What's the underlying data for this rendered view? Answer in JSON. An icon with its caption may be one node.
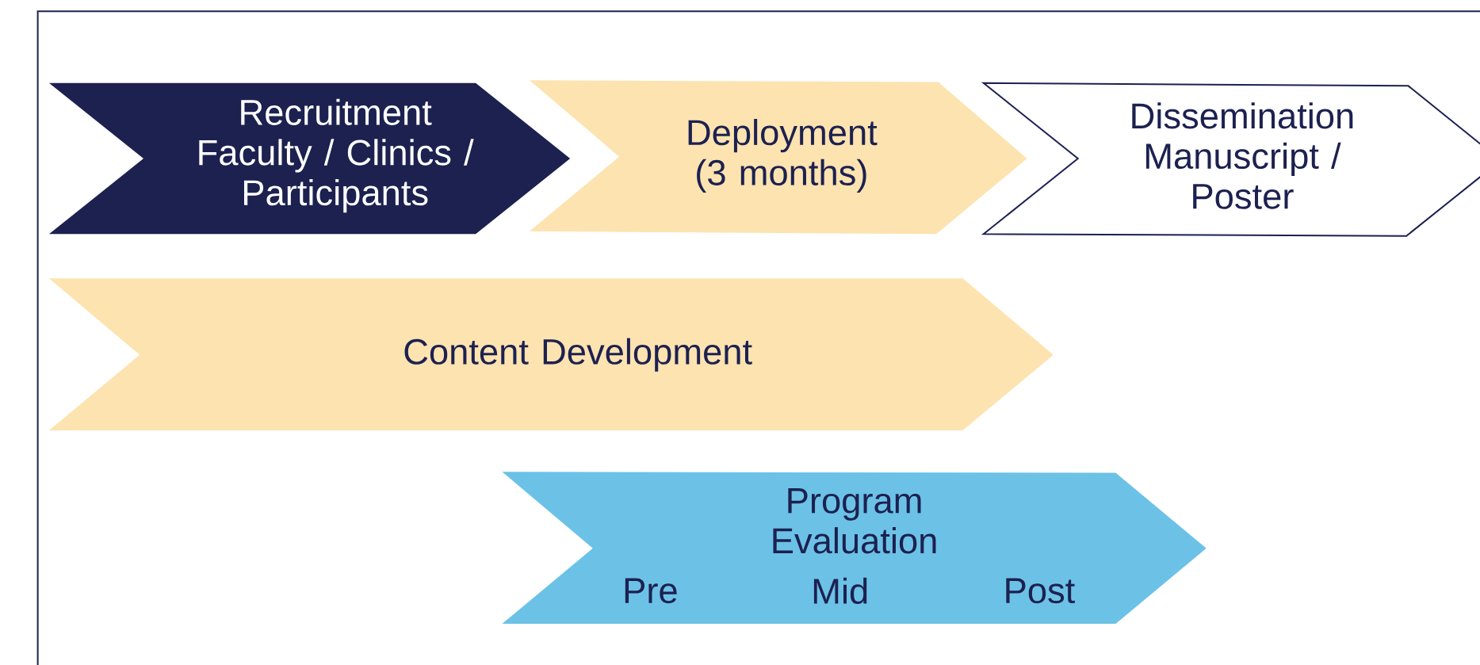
{
  "diagram": {
    "nodes": [
      {
        "text": [
          "Recruitment",
          "Faculty / Clinics / Participants"
        ]
      },
      {
        "text": [
          "Deployment (3 months)"
        ]
      },
      {
        "text": [
          "Dissemination",
          "Manuscript / Poster"
        ]
      },
      {
        "text": [
          "Content Development"
        ]
      },
      {
        "text": [
          "Program Evaluation",
          "Pre",
          "Mid",
          "Post"
        ]
      }
    ]
  }
}
